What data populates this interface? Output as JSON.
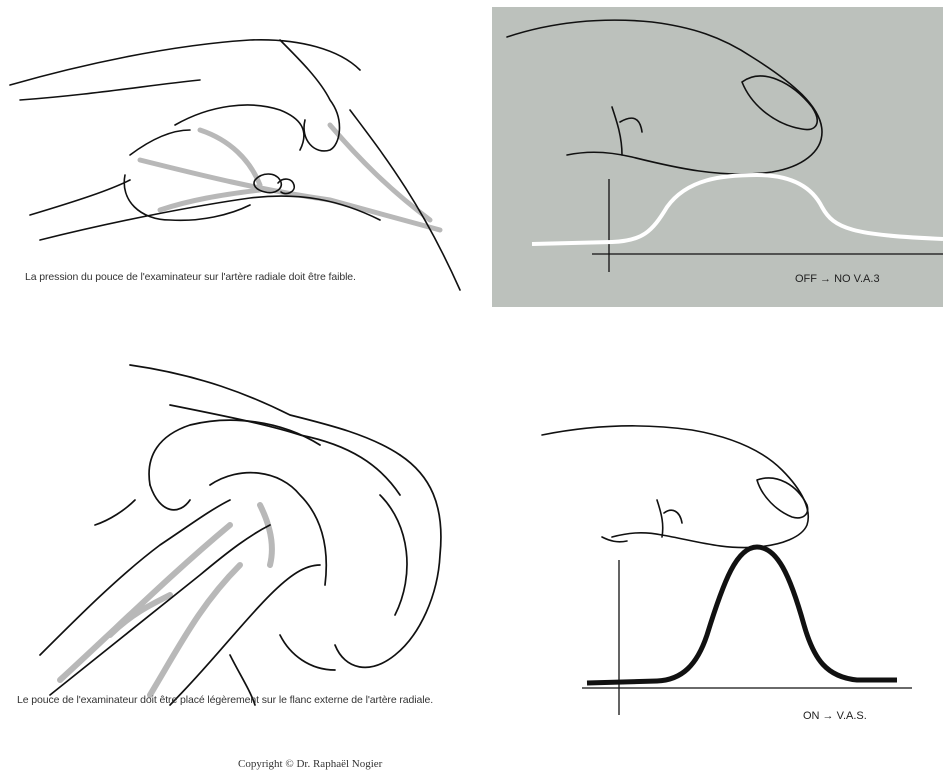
{
  "panels": {
    "top_left": {
      "caption": "La pression du pouce de l'examinateur sur l'artère radiale doit être faible."
    },
    "top_right": {
      "label": "OFF → NO V.A.3"
    },
    "bottom_left": {
      "caption": "Le pouce de l'examinateur doit être placé légèrement sur le flanc externe de l'artère radiale."
    },
    "bottom_right": {
      "label": "ON → V.A.S."
    }
  },
  "copyright": "Copyright © Dr. Raphaël Nogier",
  "colors": {
    "top_right_background": "#bcc1bc",
    "curve_off": "#ffffff",
    "curve_on": "#111111",
    "vein_shading": "#b8b8b8"
  }
}
